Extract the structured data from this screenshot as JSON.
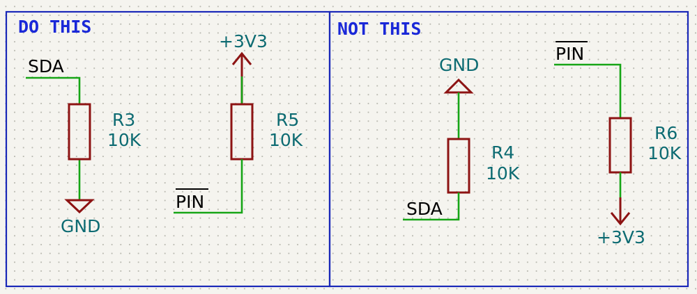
{
  "panels": {
    "left": {
      "title": "DO THIS"
    },
    "right": {
      "title": "NOT THIS"
    }
  },
  "left": {
    "r3": {
      "ref": "R3",
      "value": "10K",
      "net_label": "SDA",
      "power_label": "GND"
    },
    "r5": {
      "ref": "R5",
      "value": "10K",
      "net_label": "PIN",
      "power_label": "+3V3"
    }
  },
  "right": {
    "r4": {
      "ref": "R4",
      "value": "10K",
      "net_label": "SDA",
      "power_label": "GND"
    },
    "r6": {
      "ref": "R6",
      "value": "10K",
      "net_label": "PIN",
      "power_label": "+3V3"
    }
  },
  "colors": {
    "wire": "#16a516",
    "symbol": "#8d1313",
    "reference_text": "#0d6b72",
    "frame": "#1a28b8",
    "background": "#f5f4ef"
  }
}
